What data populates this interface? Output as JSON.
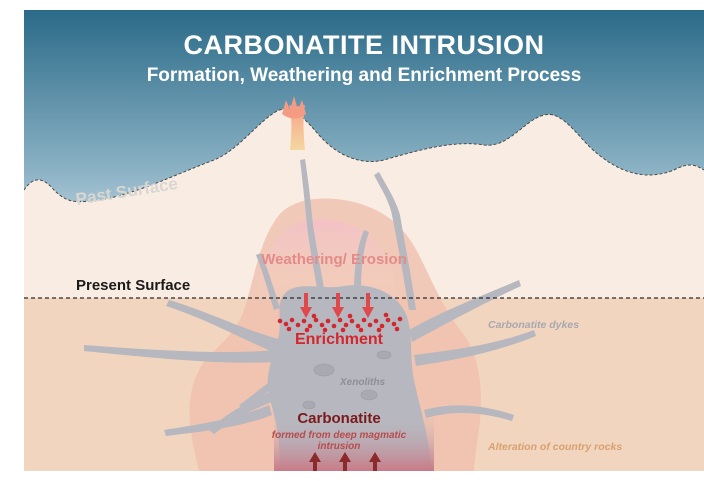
{
  "title": "CARBONATITE INTRUSION",
  "subtitle": "Formation, Weathering and Enrichment Process",
  "labels": {
    "past_surface": "Past Surface",
    "present_surface": "Present Surface",
    "weathering": "Weathering/ Erosion",
    "enrichment": "Enrichment",
    "carbonatite_dykes": "Carbonatite dykes",
    "xenoliths": "Xenoliths",
    "carbonatite": "Carbonatite",
    "carbonatite_note": "formed from deep magmatic intrusion",
    "alteration": "Alteration of country rocks"
  },
  "colors": {
    "sky_top": "#2d6f8c",
    "sky_bottom": "#ffffff",
    "past_ground": "#faeee6",
    "present_ground": "#f3d6c1",
    "intrusion": "#b9b9c1",
    "alteration_halo": "#efbcaa",
    "enrichment": "#d4262c",
    "arrow_weathering": "#e0494b",
    "arrow_magma": "#8a2a2a",
    "volcano_glow": "#f6b2a0"
  }
}
